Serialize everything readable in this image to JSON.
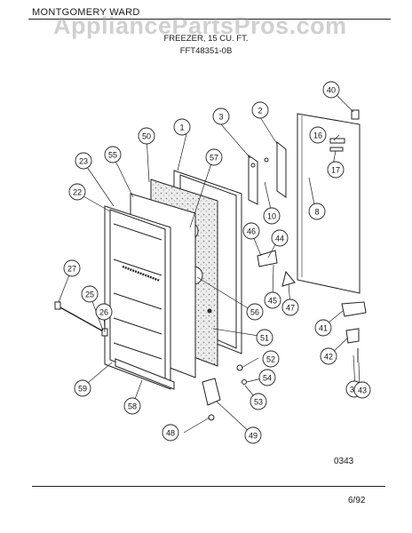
{
  "header": {
    "brand": "MONTGOMERY WARD",
    "title": "FREEZER, 15 CU. FT.",
    "model": "FFT48351-0B"
  },
  "watermark": "AppliancePartsPros.com",
  "footer": {
    "code": "0343",
    "date": "6/92"
  },
  "callouts": [
    "1",
    "2",
    "3",
    "8",
    "10",
    "16",
    "17",
    "22",
    "23",
    "25",
    "26",
    "27",
    "39",
    "40",
    "41",
    "42",
    "43",
    "44",
    "45",
    "46",
    "47",
    "48",
    "49",
    "50",
    "51",
    "52",
    "53",
    "54",
    "55",
    "56",
    "57",
    "58",
    "59"
  ]
}
